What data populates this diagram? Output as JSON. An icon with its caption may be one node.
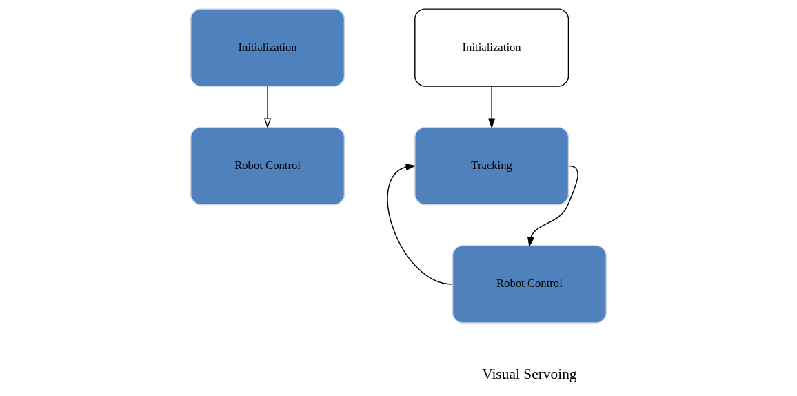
{
  "diagram": {
    "nodes": [
      {
        "text": [
          "Initialization"
        ]
      },
      {
        "text": [
          "Robot Control"
        ]
      },
      {
        "text": [
          "Initialization"
        ]
      },
      {
        "text": [
          "Tracking"
        ]
      },
      {
        "text": [
          "Robot Control"
        ]
      }
    ],
    "edges": [
      {
        "from": 0,
        "to": 1,
        "arrow": "to"
      },
      {
        "from": 2,
        "to": 3,
        "arrow": "to"
      },
      {
        "from": 3,
        "to": 4,
        "arrow": "to"
      },
      {
        "from": 4,
        "to": 3,
        "arrow": "to"
      }
    ],
    "labels": [
      "Visual Servoing"
    ]
  }
}
